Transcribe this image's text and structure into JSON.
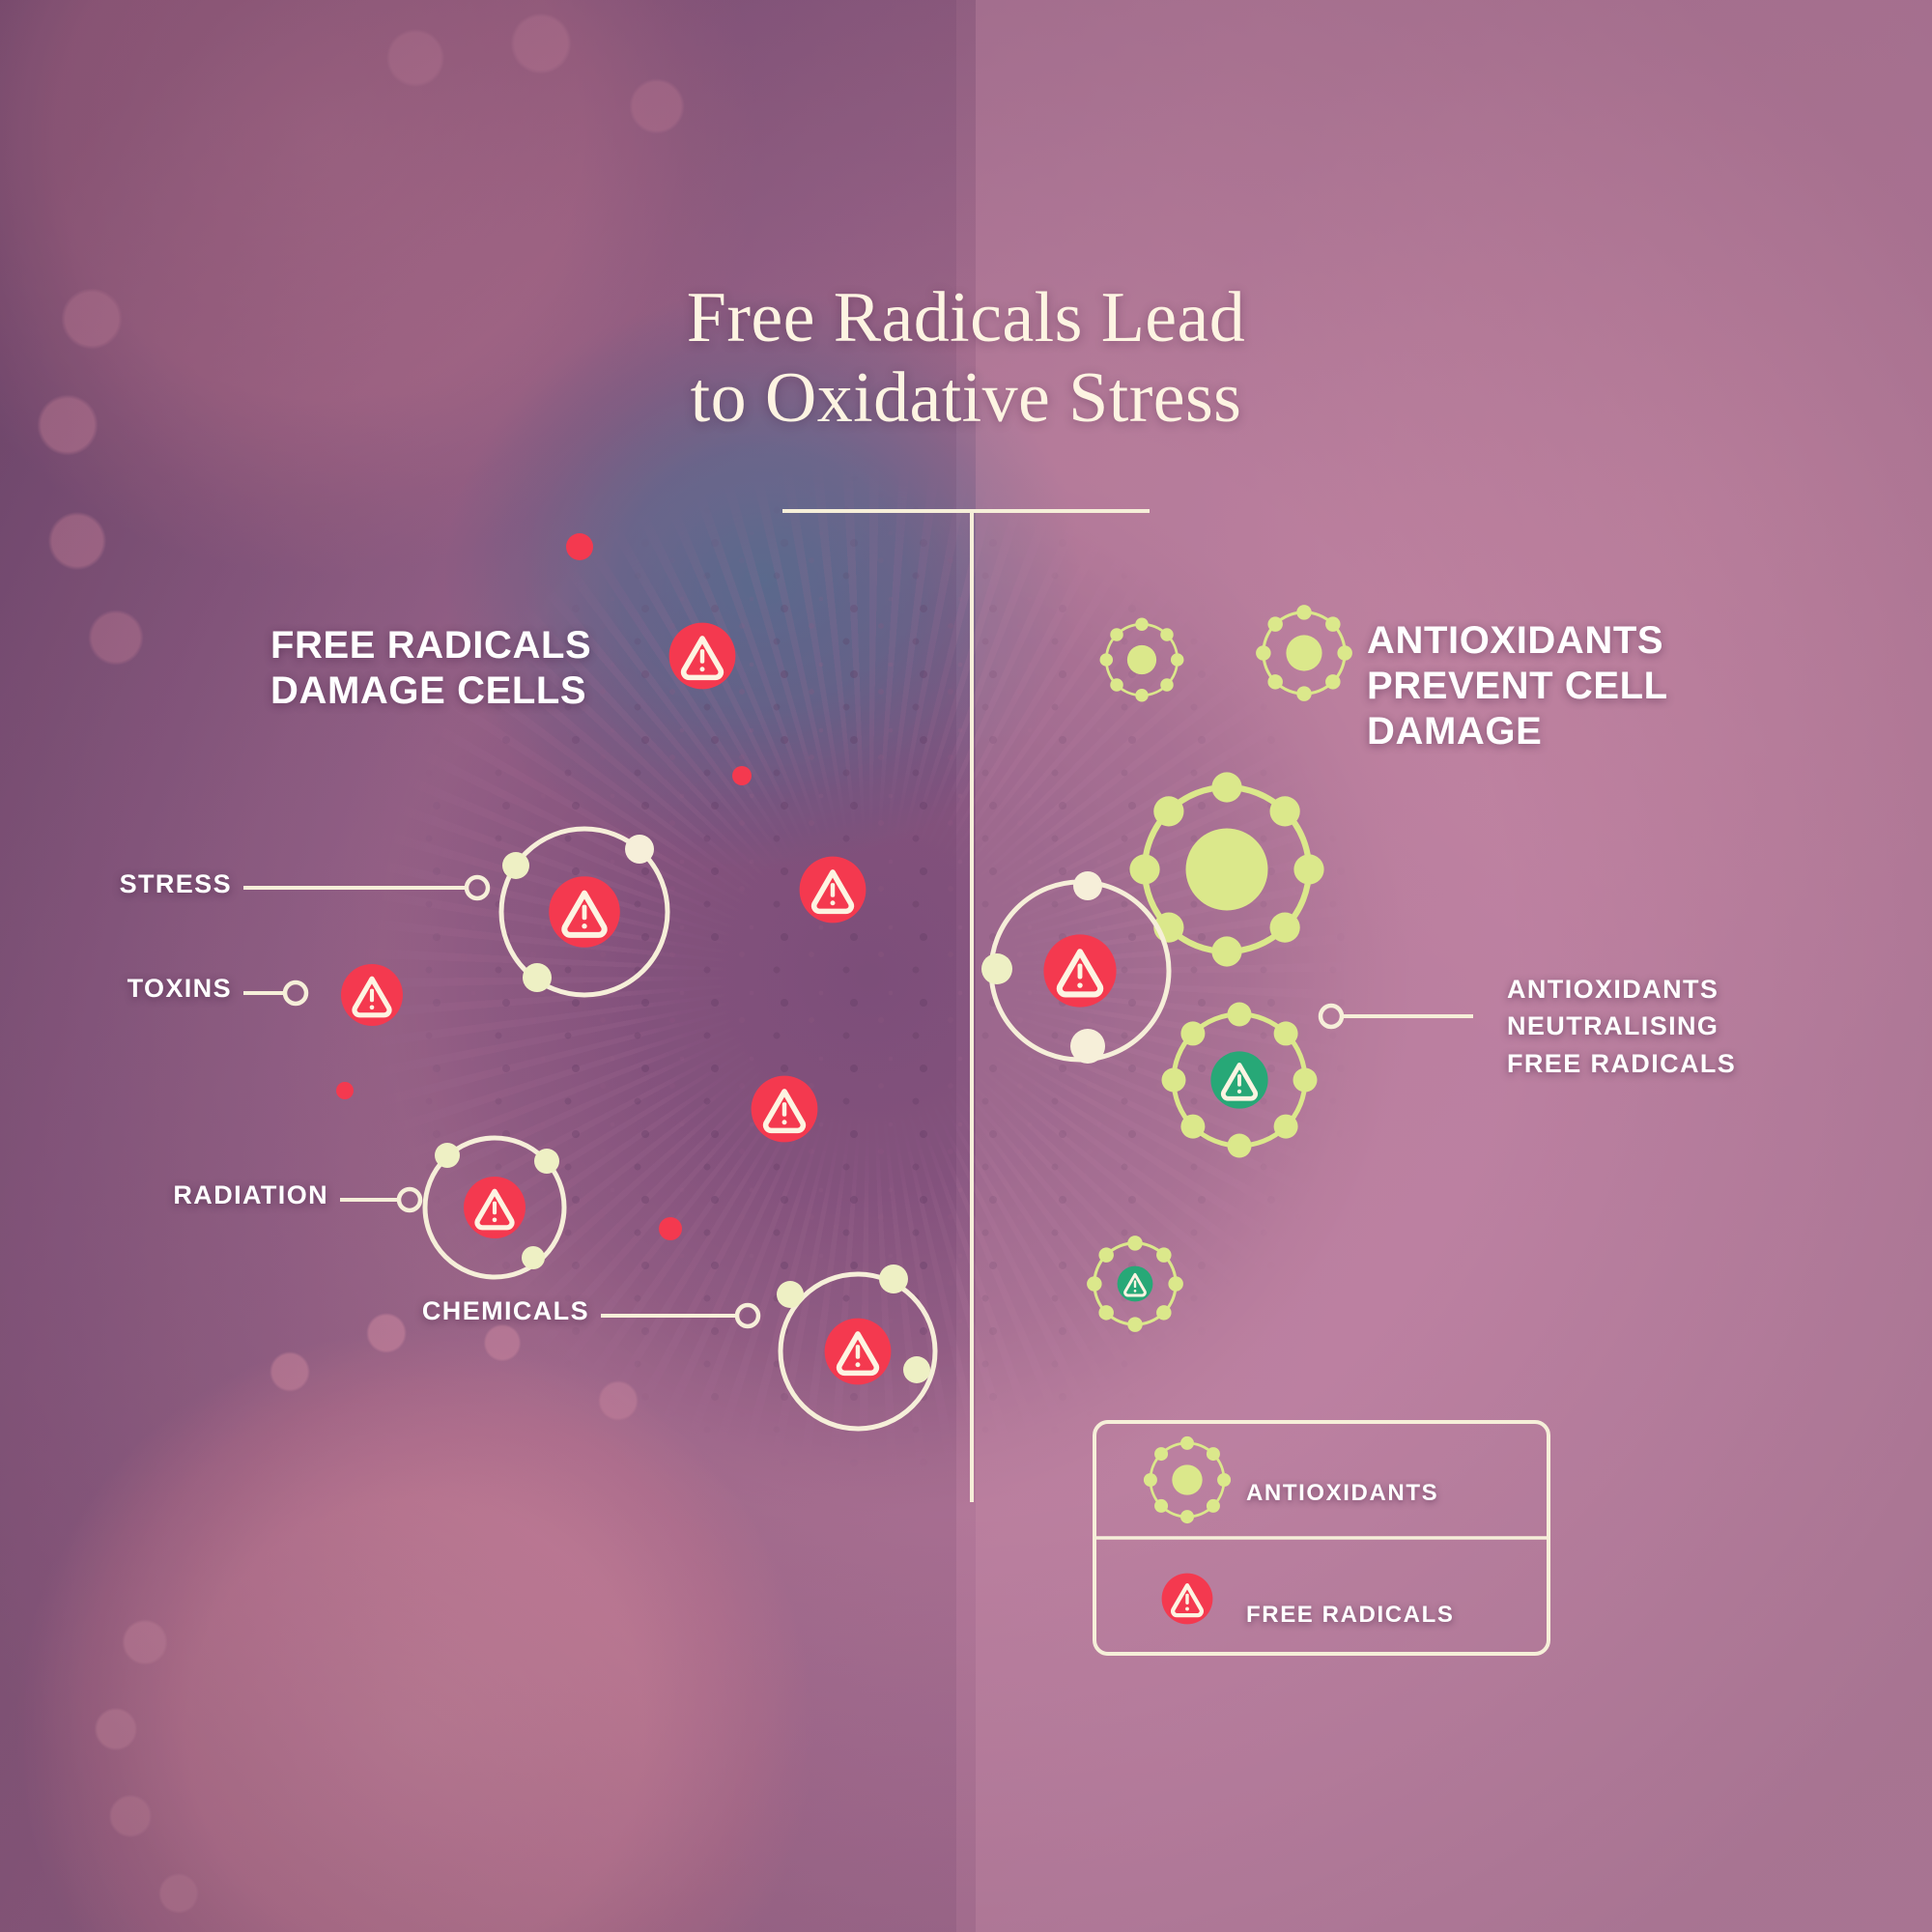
{
  "title": {
    "line1": "Free Radicals Lead",
    "line2": "to Oxidative Stress"
  },
  "headings": {
    "left": "FREE RADICALS DAMAGE CELLS",
    "right": "ANTIOXIDANTS PREVENT CELL DAMAGE"
  },
  "left_labels": [
    {
      "key": "stress",
      "text": "STRESS"
    },
    {
      "key": "toxins",
      "text": "TOXINS"
    },
    {
      "key": "radiation",
      "text": "RADIATION"
    },
    {
      "key": "chemicals",
      "text": "CHEMICALS"
    }
  ],
  "right_annotation": {
    "line1": "ANTIOXIDANTS",
    "line2": "NEUTRALISING",
    "line3": "FREE RADICALS",
    "full": "ANTIOXIDANTS NEUTRALISING FREE RADICALS"
  },
  "legend": {
    "items": [
      {
        "key": "antioxidants",
        "label": "ANTIOXIDANTS",
        "icon": "antioxidant-molecule-icon"
      },
      {
        "key": "free-radicals",
        "label": "FREE RADICALS",
        "icon": "free-radical-warning-icon"
      }
    ]
  },
  "colors": {
    "cream": "#fdf4e2",
    "white": "#ffffff",
    "free_radical_red": "#f4394f",
    "neutralised_green": "#27a877",
    "antioxidant_green": "#dbe88b",
    "orbit_cream": "#f6efd9",
    "background_mauve": "#a8719a",
    "nucleus_teal": "#2f7696"
  },
  "icons": {
    "warning_triangle": "warning-triangle-icon",
    "antioxidant_ring": "antioxidant-ring-icon",
    "orbit_ring": "electron-orbit-icon",
    "leader_dot": "leader-line-endpoint-icon"
  }
}
